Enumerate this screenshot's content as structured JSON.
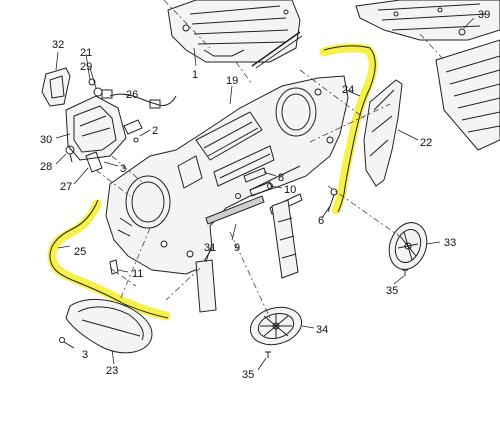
{
  "callouts": {
    "c1": "1",
    "c2": "2",
    "c3a": "3",
    "c3b": "3",
    "c6": "6",
    "c8": "8",
    "c9": "9",
    "c10": "10",
    "c11": "11",
    "c19": "19",
    "c21": "21",
    "c22": "22",
    "c23": "23",
    "c24": "24",
    "c25": "25",
    "c26": "26",
    "c27": "27",
    "c28": "28",
    "c29": "29",
    "c30": "30",
    "c31": "31",
    "c32": "32",
    "c33": "33",
    "c34": "34",
    "c35a": "35",
    "c35b": "35",
    "c39": "39"
  },
  "colors": {
    "highlight": "#f2ee1a",
    "line_art": "#222222",
    "background": "#ffffff"
  }
}
